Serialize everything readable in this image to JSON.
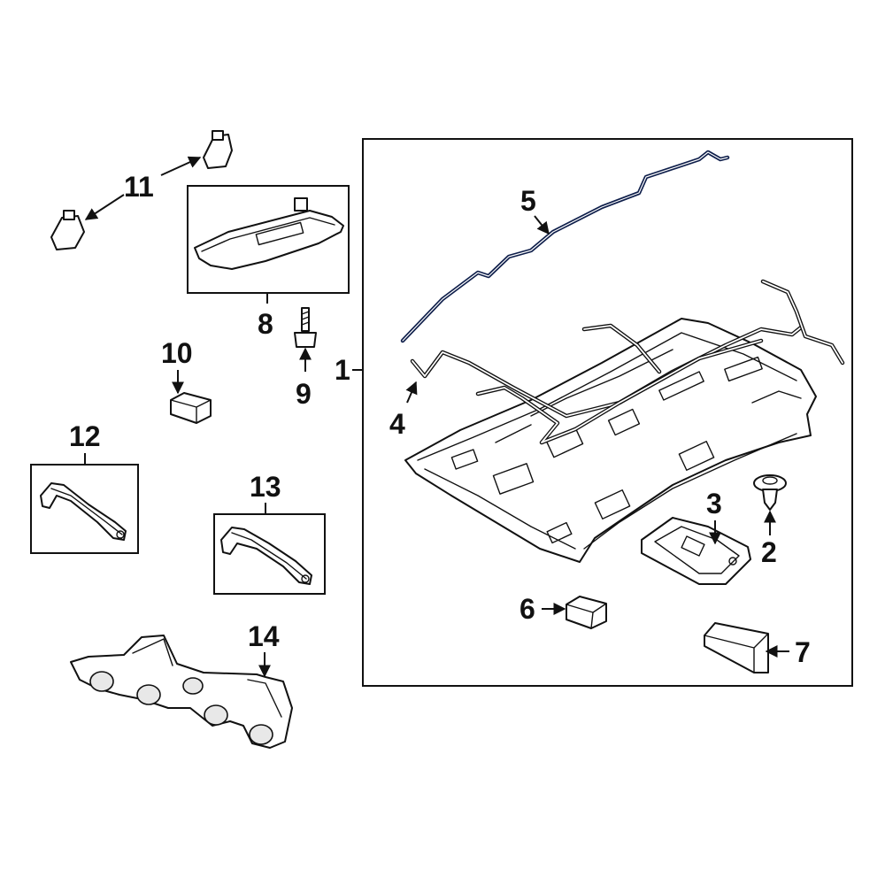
{
  "callouts": {
    "c1": "1",
    "c2": "2",
    "c3": "3",
    "c4": "4",
    "c5": "5",
    "c6": "6",
    "c7": "7",
    "c8": "8",
    "c9": "9",
    "c10": "10",
    "c11": "11",
    "c12": "12",
    "c13": "13",
    "c14": "14"
  },
  "colors": {
    "line": "#111111",
    "highlight": "#0e1e4a",
    "background": "#ffffff"
  }
}
